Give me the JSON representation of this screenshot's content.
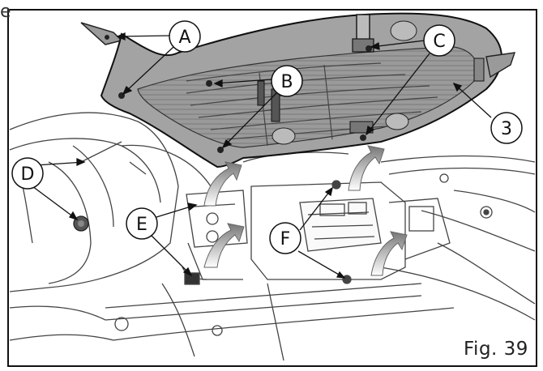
{
  "fragment_text": "e",
  "figure_label": "Fig. 39",
  "callouts": {
    "A": "A",
    "B": "B",
    "C": "C",
    "D": "D",
    "E": "E",
    "F": "F",
    "num3": "3"
  }
}
